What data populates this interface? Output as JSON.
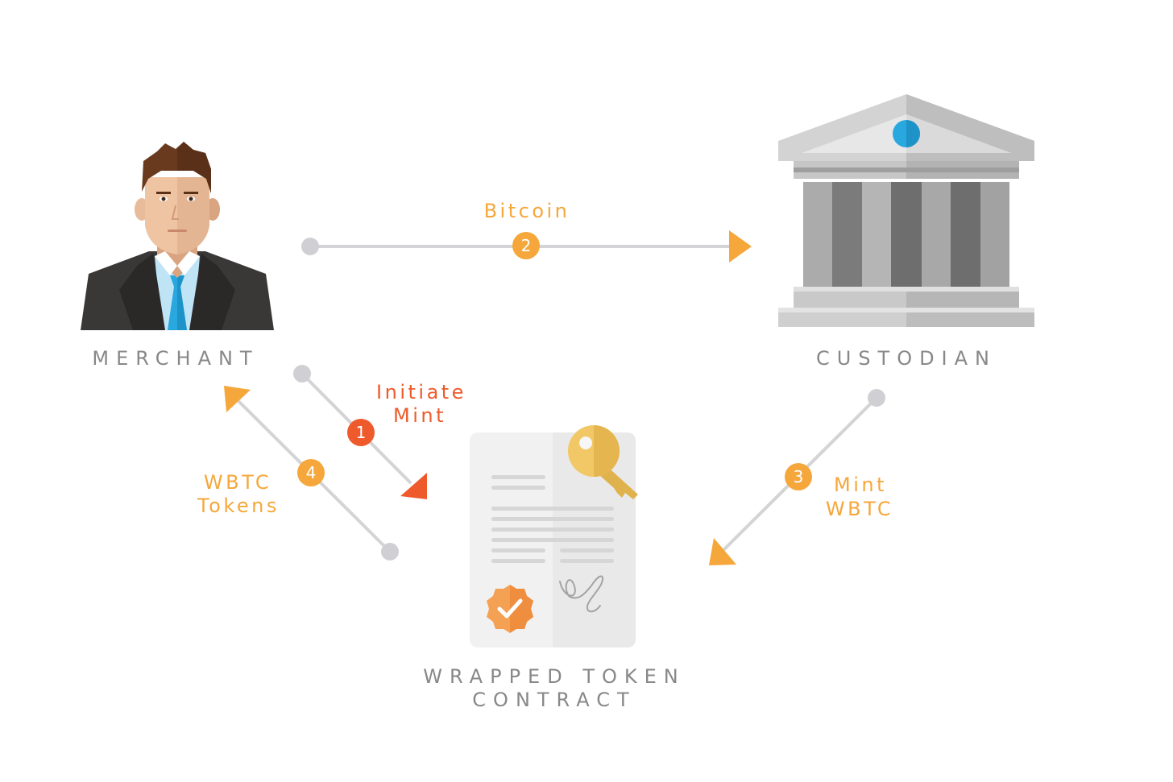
{
  "colors": {
    "accent_orange": "#F5A73B",
    "accent_red": "#EE5A2B",
    "line_gray": "#D4D4D6",
    "dot_gray": "#D0D0D4",
    "label_gray": "#888888",
    "tie_blue": "#29A8E0"
  },
  "entities": {
    "merchant": {
      "label": "MERCHANT",
      "icon": "businessman-icon"
    },
    "custodian": {
      "label": "CUSTODIAN",
      "icon": "bank-building-icon"
    },
    "contract": {
      "label_line1": "WRAPPED TOKEN",
      "label_line2": "CONTRACT",
      "icon": "signed-document-icon"
    }
  },
  "flows": [
    {
      "step": "1",
      "label_line1": "Initiate",
      "label_line2": "Mint",
      "color": "#EE5A2B"
    },
    {
      "step": "2",
      "label_line1": "Bitcoin",
      "label_line2": "",
      "color": "#F5A73B"
    },
    {
      "step": "3",
      "label_line1": "Mint",
      "label_line2": "WBTC",
      "color": "#F5A73B"
    },
    {
      "step": "4",
      "label_line1": "WBTC",
      "label_line2": "Tokens",
      "color": "#F5A73B"
    }
  ]
}
